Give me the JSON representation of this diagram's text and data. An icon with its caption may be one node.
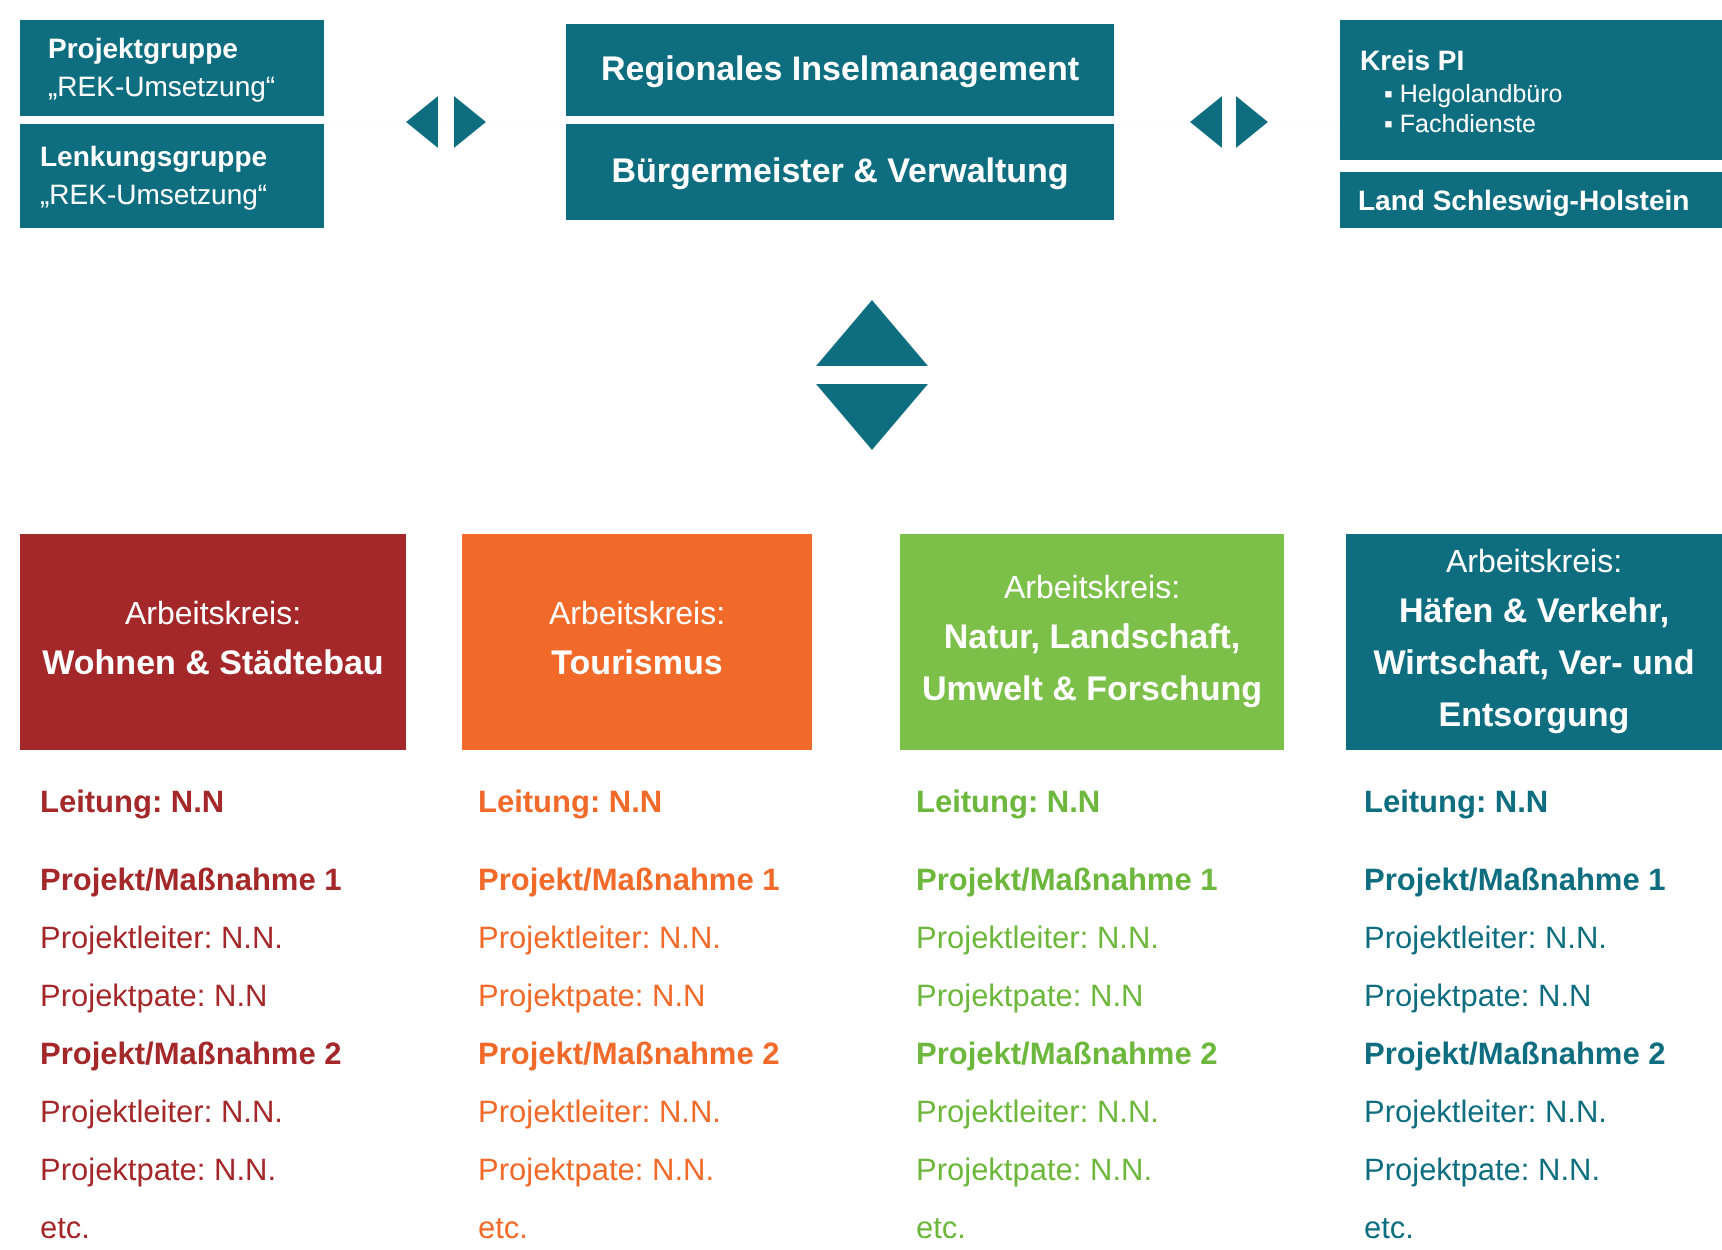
{
  "diagram": {
    "nodes": [
      {
        "text": [
          "Projektgruppe",
          "„REK-Umsetzung“"
        ]
      },
      {
        "text": [
          "Lenkungsgruppe",
          "„REK-Umsetzung“"
        ]
      },
      {
        "text": [
          "Regionales Inselmanagement"
        ]
      },
      {
        "text": [
          "Bürgermeister & Verwaltung"
        ]
      },
      {
        "text": [
          "Kreis PI",
          "▪ Helgolandbüro",
          "▪ Fachdienste"
        ]
      },
      {
        "text": [
          "Land Schleswig-Holstein"
        ]
      },
      {
        "text": [
          "Arbeitskreis:",
          "Wohnen & Städtebau"
        ],
        "beside": [
          "Leitung: N.N",
          "Projekt/Maßnahme 1",
          "Projektleiter: N.N.",
          "Projektpate: N.N",
          "Projekt/Maßnahme 2",
          "Projektleiter: N.N.",
          "Projektpate: N.N.",
          "etc."
        ]
      },
      {
        "text": [
          "Arbeitskreis:",
          "Tourismus"
        ],
        "beside": [
          "Leitung: N.N",
          "Projekt/Maßnahme 1",
          "Projektleiter: N.N.",
          "Projektpate: N.N",
          "Projekt/Maßnahme 2",
          "Projektleiter: N.N.",
          "Projektpate: N.N.",
          "etc."
        ]
      },
      {
        "text": [
          "Arbeitskreis:",
          "Natur, Landschaft, Umwelt & Forschung"
        ],
        "beside": [
          "Leitung: N.N",
          "Projekt/Maßnahme 1",
          "Projektleiter: N.N.",
          "Projektpate: N.N",
          "Projekt/Maßnahme 2",
          "Projektleiter: N.N.",
          "Projektpate: N.N.",
          "etc."
        ]
      },
      {
        "text": [
          "Arbeitskreis:",
          "Häfen & Verkehr, Wirtschaft, Ver- und Entsorgung"
        ],
        "beside": [
          "Leitung: N.N",
          "Projekt/Maßnahme 1",
          "Projektleiter: N.N.",
          "Projektpate: N.N",
          "Projekt/Maßnahme 2",
          "Projektleiter: N.N.",
          "Projektpate: N.N.",
          "etc."
        ]
      }
    ],
    "edges": [
      {
        "from": 1,
        "to": 3,
        "arrow": "both"
      },
      {
        "from": 3,
        "to": 4,
        "arrow": "both"
      },
      {
        "from": 3,
        "to": null,
        "arrow": "both"
      }
    ]
  }
}
